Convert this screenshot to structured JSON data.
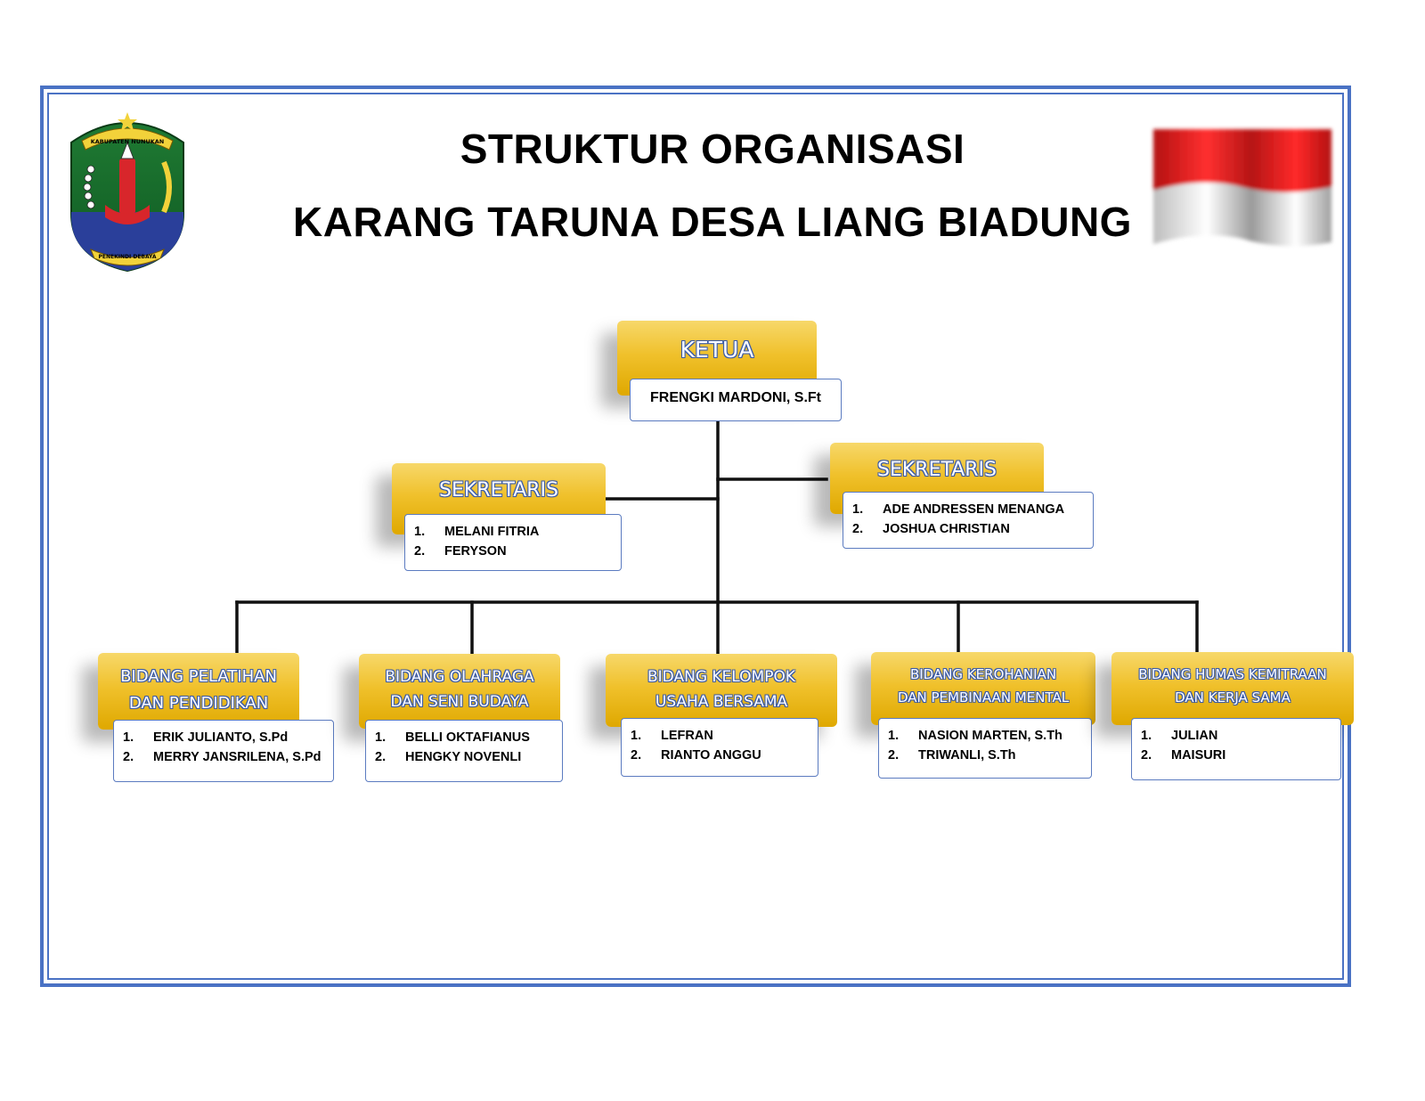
{
  "title": {
    "line1": "STRUKTUR ORGANISASI",
    "line2": "KARANG TARUNA DESA LIANG BIADUNG"
  },
  "logo": {
    "ribbon_top": "KABUPATEN NUNUKAN",
    "ribbon_bottom": "PENEKINDI DEBAYA"
  },
  "colors": {
    "frame": "#4a72c4",
    "gold": "#f0c12c",
    "flag_red": "#e01e1e",
    "flag_white": "#ffffff"
  },
  "ketua": {
    "title": "KETUA",
    "name": "FRENGKI MARDONI, S.Ft"
  },
  "sekretaris_left": {
    "title": "SEKRETARIS",
    "members": [
      {
        "num": "1.",
        "name": "MELANI FITRIA"
      },
      {
        "num": "2.",
        "name": "FERYSON"
      }
    ]
  },
  "sekretaris_right": {
    "title": "SEKRETARIS",
    "members": [
      {
        "num": "1.",
        "name": "ADE ANDRESSEN MENANGA"
      },
      {
        "num": "2.",
        "name": "JOSHUA CHRISTIAN"
      }
    ]
  },
  "bidang": [
    {
      "title_line1": "BIDANG PELATIHAN",
      "title_line2": "DAN PENDIDIKAN",
      "members": [
        {
          "num": "1.",
          "name": "ERIK JULIANTO, S.Pd"
        },
        {
          "num": "2.",
          "name": "MERRY JANSRILENA, S.Pd"
        }
      ]
    },
    {
      "title_line1": "BIDANG OLAHRAGA",
      "title_line2": "DAN SENI BUDAYA",
      "members": [
        {
          "num": "1.",
          "name": "BELLI OKTAFIANUS"
        },
        {
          "num": "2.",
          "name": "HENGKY NOVENLI"
        }
      ]
    },
    {
      "title_line1": "BIDANG KELOMPOK",
      "title_line2": "USAHA BERSAMA",
      "members": [
        {
          "num": "1.",
          "name": "LEFRAN"
        },
        {
          "num": "2.",
          "name": "RIANTO ANGGU"
        }
      ]
    },
    {
      "title_line1": "BIDANG KEROHANIAN",
      "title_line2": "DAN PEMBINAAN MENTAL",
      "members": [
        {
          "num": "1.",
          "name": "NASION MARTEN, S.Th"
        },
        {
          "num": "2.",
          "name": "TRIWANLI, S.Th"
        }
      ]
    },
    {
      "title_line1": "BIDANG HUMAS KEMITRAAN",
      "title_line2": "DAN KERJA SAMA",
      "members": [
        {
          "num": "1.",
          "name": "JULIAN"
        },
        {
          "num": "2.",
          "name": "MAISURI"
        }
      ]
    }
  ]
}
